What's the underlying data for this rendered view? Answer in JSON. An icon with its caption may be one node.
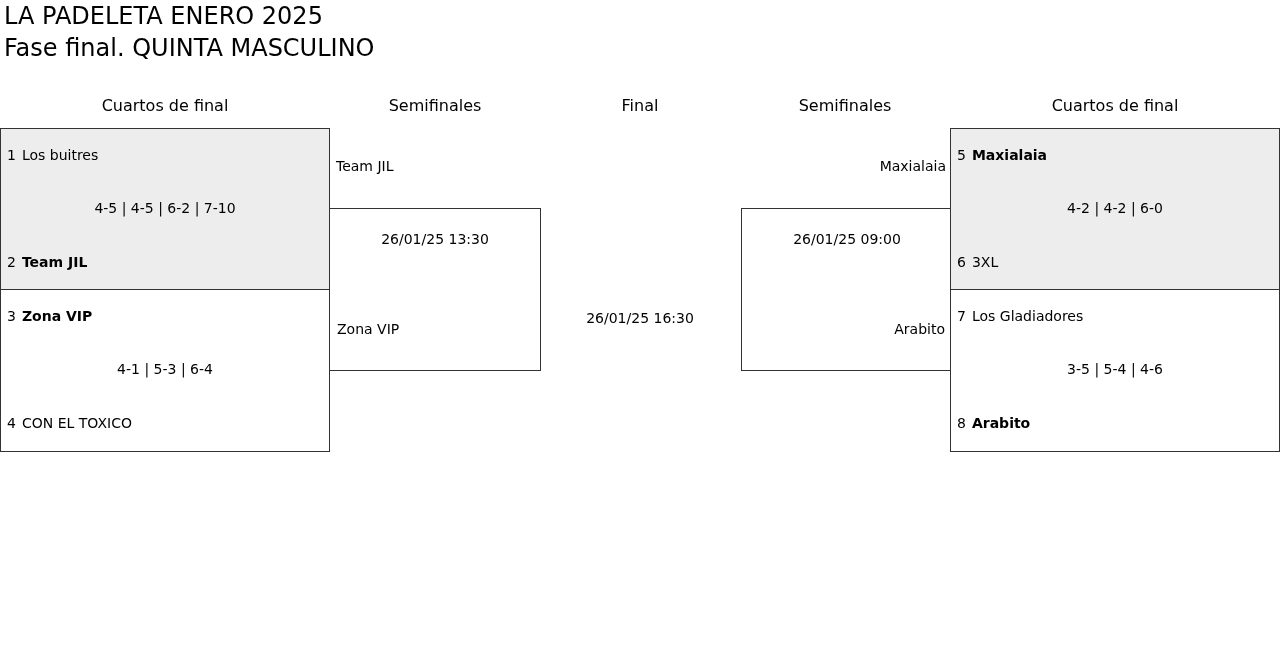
{
  "diagram": {
    "title": "LA PADELETA ENERO 2025",
    "nodes": [
      {
        "text": [
          "1",
          "Los buitres",
          "4-5 | 4-5 | 6-2 | 7-10",
          "2",
          "Team JIL"
        ]
      },
      {
        "text": [
          "3",
          "Zona VIP",
          "4-1 | 5-3 | 6-4",
          "4",
          "CON EL TOXICO"
        ]
      },
      {
        "text": [
          "Team JIL",
          "26/01/25 13:30",
          "Zona VIP"
        ]
      },
      {
        "text": [
          "Maxialaia",
          "26/01/25 09:00",
          "Arabito"
        ]
      },
      {
        "text": [
          "5",
          "Maxialaia",
          "4-2 | 4-2 | 6-0",
          "6",
          "3XL"
        ]
      },
      {
        "text": [
          "7",
          "Los Gladiadores",
          "3-5 | 5-4 | 4-6",
          "8",
          "Arabito"
        ]
      }
    ],
    "edges": [],
    "labels": [
      "Fase final. QUINTA MASCULINO",
      "Cuartos de final",
      "Semifinales",
      "Final",
      "Semifinales",
      "Cuartos de final",
      "26/01/25 16:30"
    ]
  }
}
